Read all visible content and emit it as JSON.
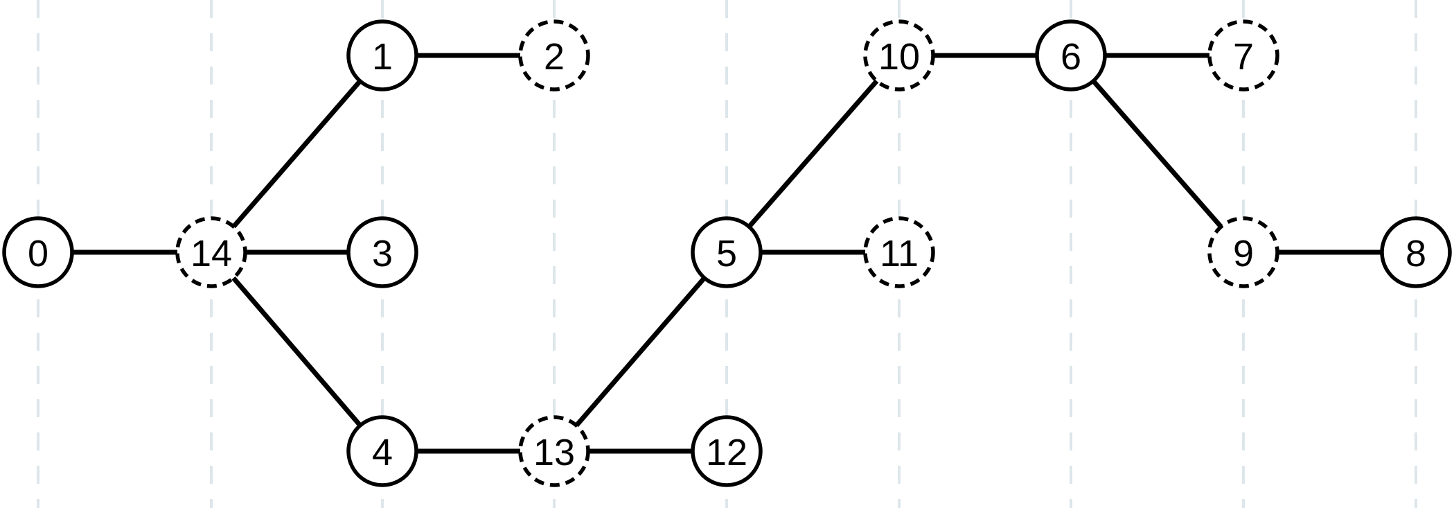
{
  "diagram": {
    "nodes": [
      {
        "id": "0",
        "label": "0",
        "style": "solid"
      },
      {
        "id": "1",
        "label": "1",
        "style": "solid"
      },
      {
        "id": "2",
        "label": "2",
        "style": "dashed"
      },
      {
        "id": "3",
        "label": "3",
        "style": "solid"
      },
      {
        "id": "4",
        "label": "4",
        "style": "solid"
      },
      {
        "id": "5",
        "label": "5",
        "style": "solid"
      },
      {
        "id": "6",
        "label": "6",
        "style": "solid"
      },
      {
        "id": "7",
        "label": "7",
        "style": "dashed"
      },
      {
        "id": "8",
        "label": "8",
        "style": "solid"
      },
      {
        "id": "9",
        "label": "9",
        "style": "dashed"
      },
      {
        "id": "10",
        "label": "10",
        "style": "dashed"
      },
      {
        "id": "11",
        "label": "11",
        "style": "dashed"
      },
      {
        "id": "12",
        "label": "12",
        "style": "solid"
      },
      {
        "id": "13",
        "label": "13",
        "style": "dashed"
      },
      {
        "id": "14",
        "label": "14",
        "style": "dashed"
      }
    ],
    "edges": [
      [
        "0",
        "14"
      ],
      [
        "14",
        "1"
      ],
      [
        "14",
        "3"
      ],
      [
        "14",
        "4"
      ],
      [
        "1",
        "2"
      ],
      [
        "4",
        "13"
      ],
      [
        "13",
        "12"
      ],
      [
        "13",
        "5"
      ],
      [
        "5",
        "11"
      ],
      [
        "5",
        "10"
      ],
      [
        "10",
        "6"
      ],
      [
        "6",
        "7"
      ],
      [
        "6",
        "9"
      ],
      [
        "9",
        "8"
      ]
    ],
    "colors": {
      "stroke": "#000000",
      "fill": "#ffffff",
      "guide": "#dde6ea"
    }
  }
}
